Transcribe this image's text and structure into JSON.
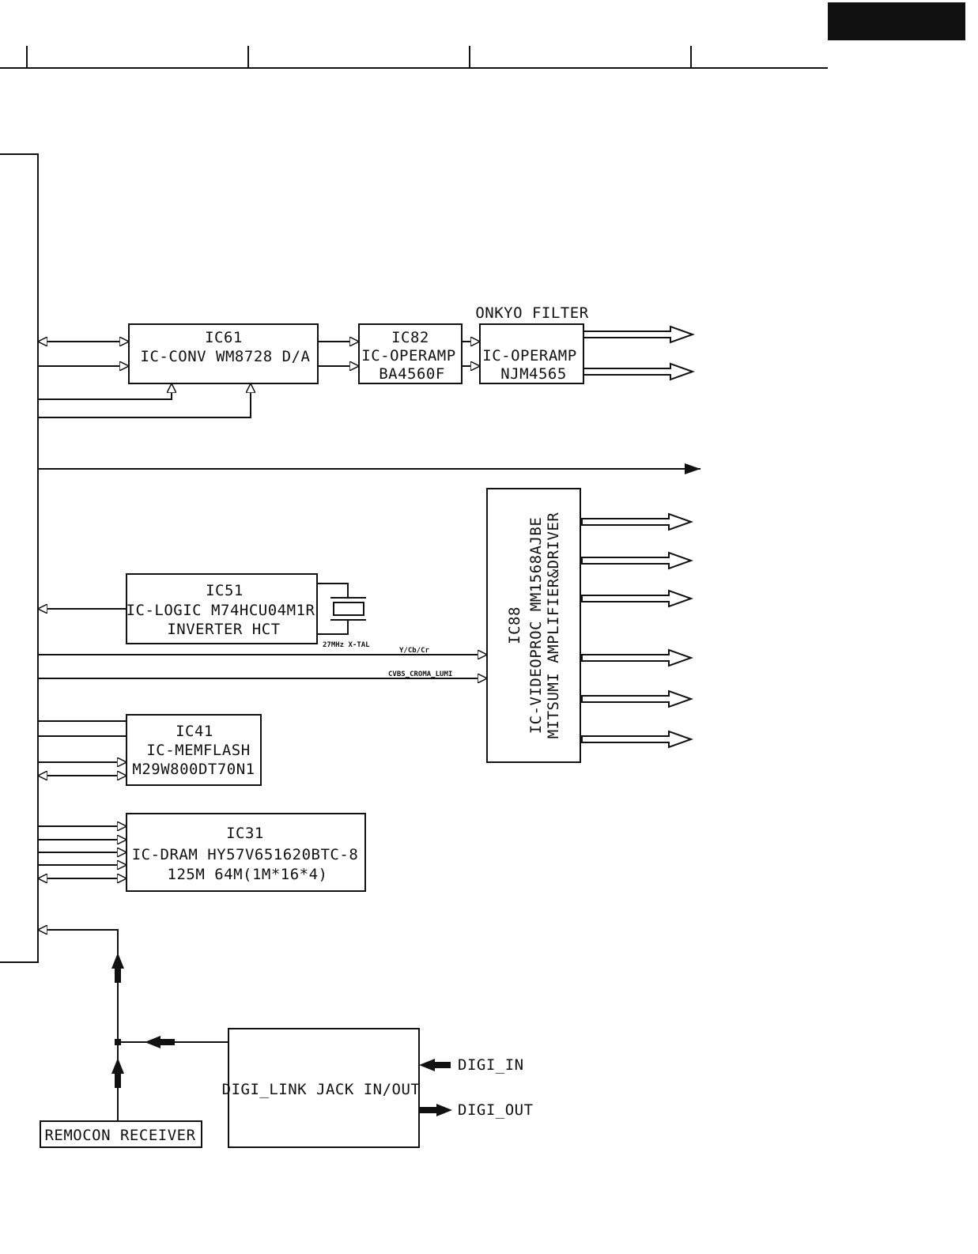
{
  "colors": {
    "ink": "#111111",
    "background": "#ffffff"
  },
  "blocks": {
    "ic61": {
      "lines": [
        "IC61",
        "IC-CONV  WM8728 D/A"
      ]
    },
    "ic82": {
      "lines": [
        "IC82",
        "IC-OPERAMP",
        "BA4560F"
      ]
    },
    "ic_onkyo": {
      "caption": "ONKYO FILTER",
      "lines": [
        "IC-OPERAMP",
        "NJM4565"
      ]
    },
    "ic51": {
      "lines": [
        "IC51",
        "IC-LOGIC M74HCU04M1R",
        "INVERTER HCT"
      ],
      "crystal_label": "27MHz X-TAL"
    },
    "ic88": {
      "lines": [
        "IC88",
        "IC-VIDEOPROC  MM1568AJBE",
        "MITSUMI AMPLIFIER&DRIVER"
      ]
    },
    "ic41": {
      "lines": [
        "IC41",
        "IC-MEMFLASH",
        "M29W800DT70N1"
      ]
    },
    "ic31": {
      "lines": [
        "IC31",
        "IC-DRAM HY57V651620BTC-8",
        "125M 64M(1M*16*4)"
      ]
    },
    "digi_link": {
      "label": "DIGI_LINK  JACK IN/OUT"
    },
    "remocon": {
      "label": "REMOCON RECEIVER"
    }
  },
  "signals": {
    "ycbcr": "Y/Cb/Cr",
    "cvbs": "CVBS_CROMA_LUMI",
    "digi_in": "DIGI_IN",
    "digi_out": "DIGI_OUT"
  }
}
